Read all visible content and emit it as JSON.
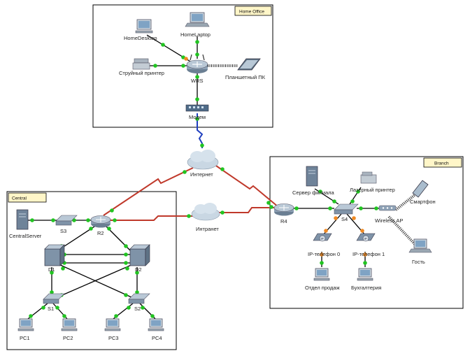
{
  "areas": {
    "home_office": "Home Office",
    "branch": "Branch",
    "central": "Central"
  },
  "devices": {
    "home_desktop": "HomeDesktop",
    "home_laptop": "HomeLaptop",
    "inkjet_printer": "Струйный принтер",
    "tablet": "Планшетный ПК",
    "wrs": "WRS",
    "modem": "Модем",
    "internet": "Интернет",
    "intranet": "Интранет",
    "branch_server": "Сервер филиала",
    "laser_printer": "Лазерный принтер",
    "smartphone": "Смартфон",
    "r4": "R4",
    "s4": "S4",
    "wireless_ap": "Wireless AP",
    "ip_phone_0": "IP-телефон 0",
    "ip_phone_1": "IP-телефон 1",
    "guest": "Гость",
    "sales_dept": "Отдел продаж",
    "accounting": "Бухгалтерия",
    "central_server": "CentralServer",
    "s3": "S3",
    "r2": "R2",
    "d1": "D1",
    "d2": "D2",
    "s1": "S1",
    "s2": "S2",
    "pc1": "PC1",
    "pc2": "PC2",
    "pc3": "PC3",
    "pc4": "PC4"
  },
  "colors": {
    "wan_link": "#c0392b",
    "copper_link": "#000000",
    "modem_link": "#1f3fbf",
    "port_up": "#21c421",
    "port_pending": "#f08a24"
  }
}
